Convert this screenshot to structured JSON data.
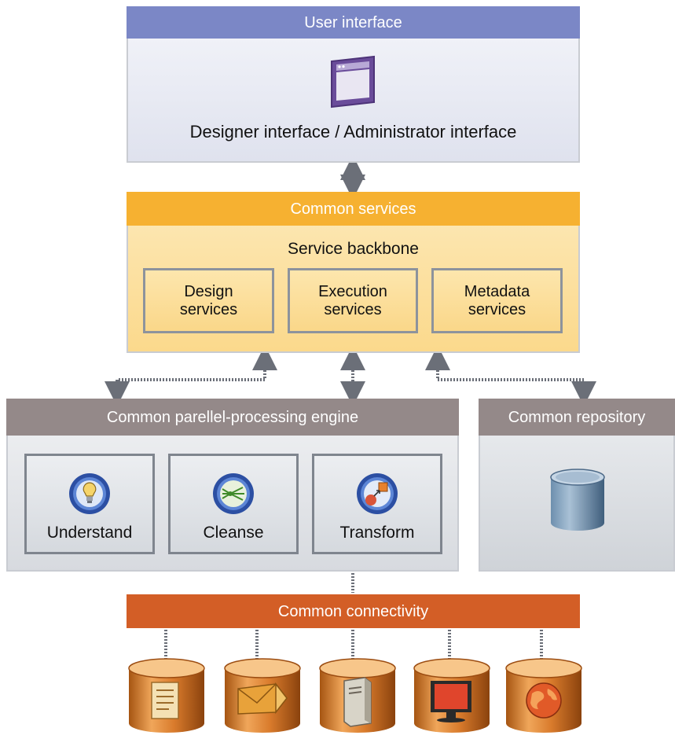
{
  "user_interface": {
    "header": "User interface",
    "subtitle": "Designer interface / Administrator interface",
    "icon": "browser-window-icon"
  },
  "common_services": {
    "header": "Common services",
    "backbone": "Service backbone",
    "services": [
      {
        "line1": "Design",
        "line2": "services"
      },
      {
        "line1": "Execution",
        "line2": "services"
      },
      {
        "line1": "Metadata",
        "line2": "services"
      }
    ]
  },
  "engine": {
    "header": "Common parellel-processing engine",
    "modules": [
      {
        "label": "Understand",
        "icon": "lightbulb-icon"
      },
      {
        "label": "Cleanse",
        "icon": "filter-icon"
      },
      {
        "label": "Transform",
        "icon": "transform-icon"
      }
    ]
  },
  "repository": {
    "header": "Common repository",
    "icon": "database-icon"
  },
  "connectivity": {
    "header": "Common connectivity",
    "sources": [
      {
        "icon": "document-icon"
      },
      {
        "icon": "envelope-icon"
      },
      {
        "icon": "server-icon"
      },
      {
        "icon": "monitor-icon"
      },
      {
        "icon": "globe-icon"
      }
    ]
  },
  "colors": {
    "ui_header": "#7b87c6",
    "services_header": "#f6b131",
    "engine_header": "#948989",
    "connectivity_header": "#d35e26",
    "connector": "#6b6f78"
  }
}
